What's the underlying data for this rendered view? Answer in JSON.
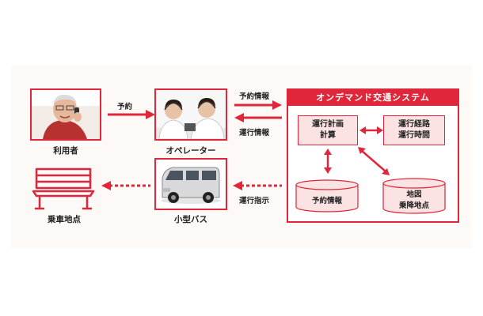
{
  "nodes": {
    "user": "利用者",
    "operator": "オペレーター",
    "minibus": "小型バス",
    "stop": "乗車地点"
  },
  "arrows": {
    "reserve": "予約",
    "reservation_info": "予約情報",
    "operation_info": "運行情報",
    "operation_instruction": "運行指示"
  },
  "system": {
    "title": "オンデマンド交通システム",
    "planning": [
      "運行計画",
      "計算"
    ],
    "route": [
      "運行経路",
      "運行時間"
    ],
    "db_reservation": "予約情報",
    "db_map": [
      "地図",
      "乗降地点"
    ]
  },
  "colors": {
    "accent": "#e0263a",
    "box_fill": "#fbe3e3",
    "background": "#fdf9f7"
  },
  "icons": [
    "elderly-man-phone-photo",
    "call-center-operators-photo",
    "minibus-photo",
    "bench-icon"
  ]
}
